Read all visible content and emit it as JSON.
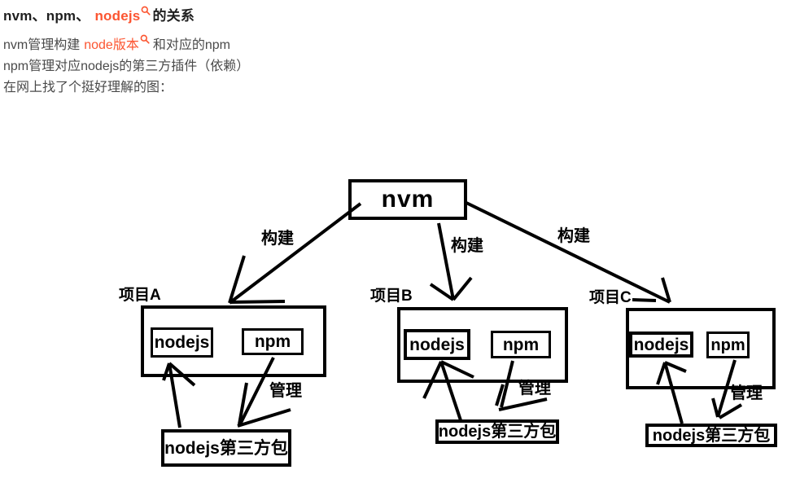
{
  "colors": {
    "accent": "#fc5531",
    "body_text": "#4a4a4a",
    "heading_text": "#1f1f1f",
    "diagram_stroke": "#000000"
  },
  "icons": {
    "keyword_search_icon": "magnifier"
  },
  "header": {
    "title_prefix": "nvm、npm、",
    "title_keyword": "nodejs",
    "title_suffix": "的关系"
  },
  "intro": {
    "line1_pre": "nvm管理构建",
    "line1_keyword": "node版本",
    "line1_post": "和对应的npm",
    "line2": "npm管理对应nodejs的第三方插件（依赖）",
    "line3": "在网上找了个挺好理解的图："
  },
  "diagram": {
    "root_label": "nvm",
    "edge_label_build": "构建",
    "edge_label_manage": "管理",
    "package_label": "nodejs第三方包",
    "projects": [
      {
        "name": "项目A",
        "nodejs_label": "nodejs",
        "npm_label": "npm"
      },
      {
        "name": "项目B",
        "nodejs_label": "nodejs",
        "npm_label": "npm"
      },
      {
        "name": "项目C",
        "nodejs_label": "nodejs",
        "npm_label": "npm"
      }
    ]
  }
}
